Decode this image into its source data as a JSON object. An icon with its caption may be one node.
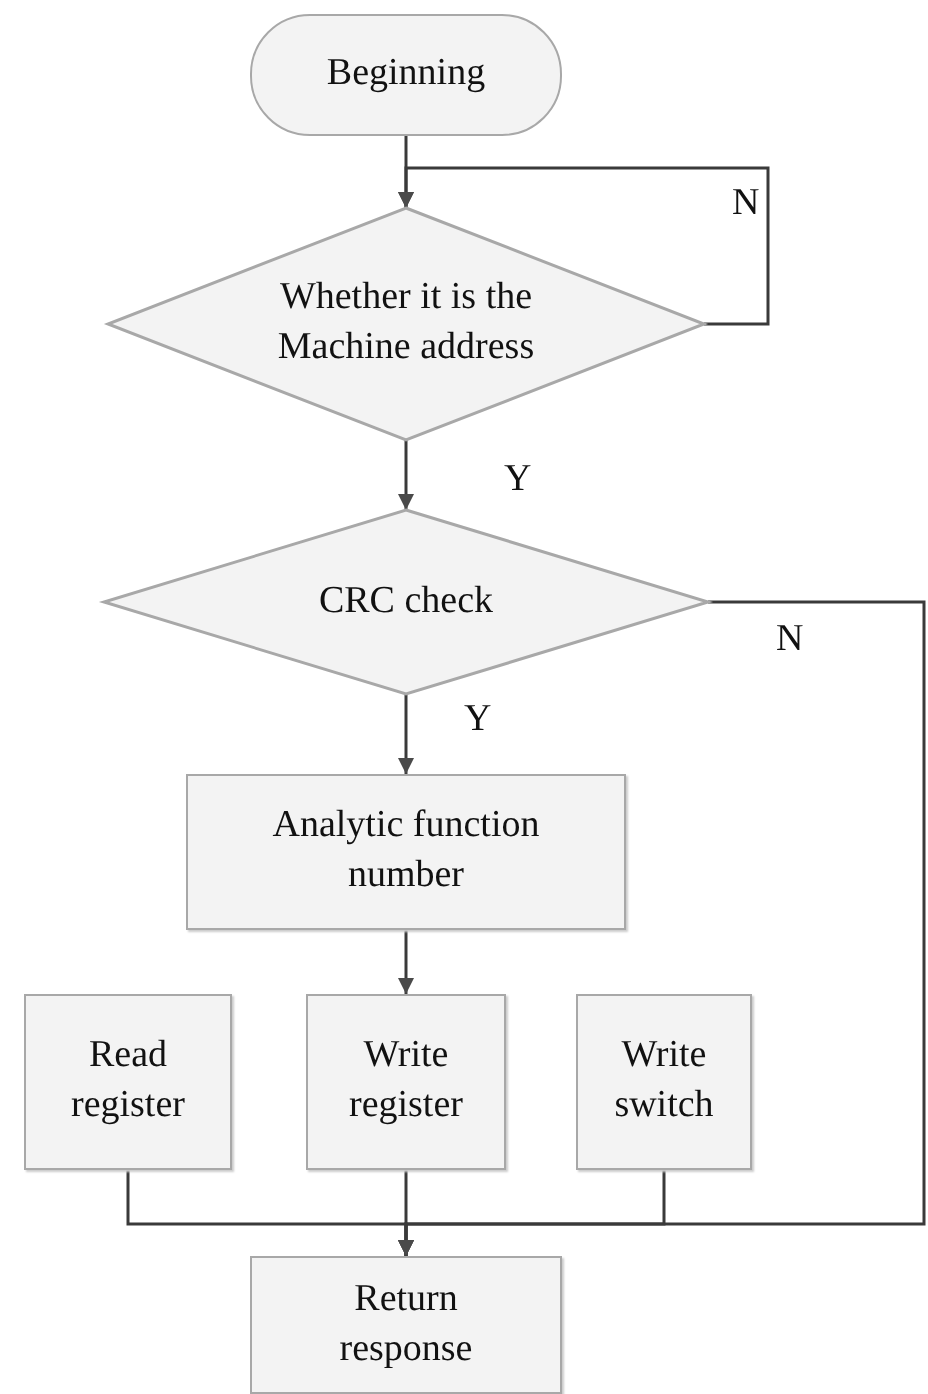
{
  "diagram": {
    "nodes": [
      {
        "text": [
          "Beginning"
        ]
      },
      {
        "text": [
          "Whether it is the Machine address"
        ]
      },
      {
        "text": [
          "CRC check"
        ]
      },
      {
        "text": [
          "Analytic function number"
        ]
      },
      {
        "text": [
          "Read register"
        ]
      },
      {
        "text": [
          "Write register"
        ]
      },
      {
        "text": [
          "Write switch"
        ]
      },
      {
        "text": [
          "Return response"
        ]
      }
    ],
    "edges": [
      {
        "from": 0,
        "to": 1,
        "arrow": "to"
      },
      {
        "from": 1,
        "to": 1,
        "arrow": "to",
        "label": "N"
      },
      {
        "from": 1,
        "to": 2,
        "arrow": "to",
        "label": "Y"
      },
      {
        "from": 2,
        "to": 3,
        "arrow": "to",
        "label": "Y"
      },
      {
        "from": 2,
        "to": 7,
        "arrow": "to",
        "label": "N"
      },
      {
        "from": 3,
        "to": 5,
        "arrow": "to"
      },
      {
        "from": 4,
        "to": 7,
        "arrow": "to"
      },
      {
        "from": 5,
        "to": 7,
        "arrow": "to"
      },
      {
        "from": 6,
        "to": 7,
        "arrow": "to"
      }
    ]
  }
}
